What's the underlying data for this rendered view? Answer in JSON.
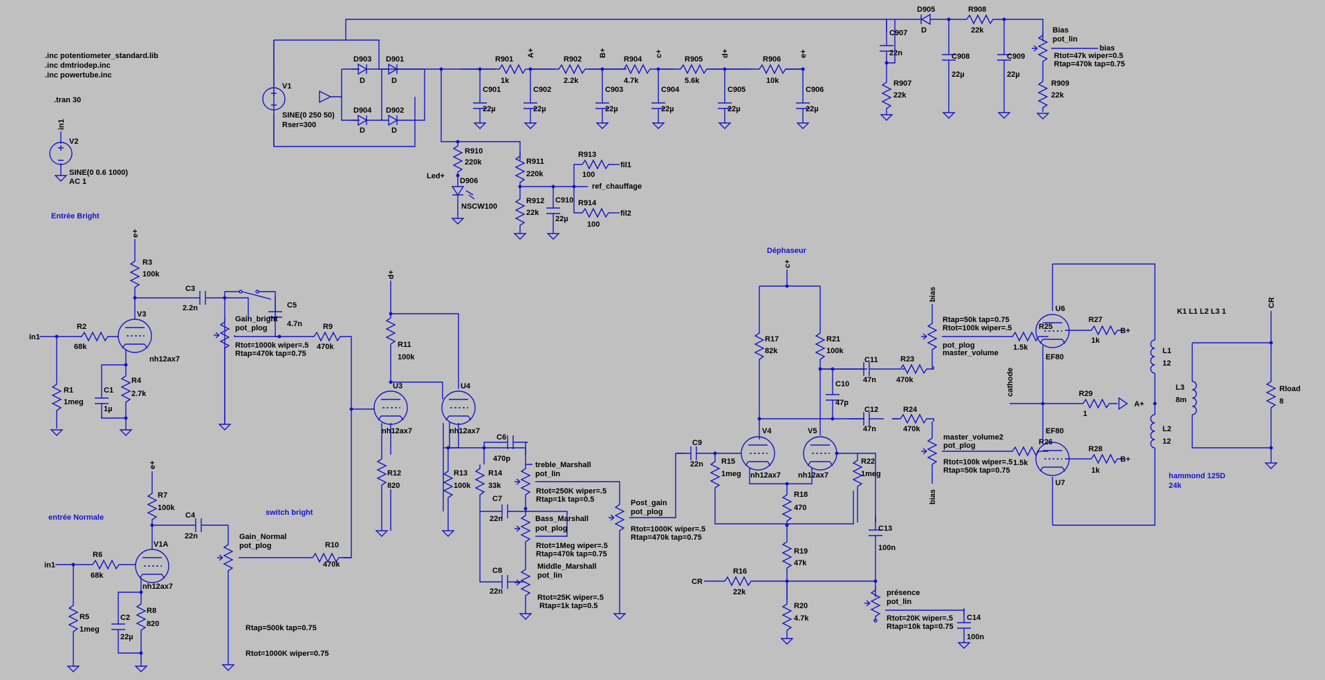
{
  "directives": {
    "inc1": ".inc potentiometer_standard.lib",
    "inc2": ".inc dmtriodep.inc",
    "inc3": ".inc powertube.inc",
    "tran": ".tran 30"
  },
  "comments": {
    "bright": "Entrée Bright",
    "normal": "entrée Normale",
    "switch": "switch bright",
    "dephaseur": "Déphaseur",
    "hammond": "hammond 125D",
    "hammond_imp": "24k"
  },
  "power": {
    "V1": {
      "name": "V1",
      "value": "SINE(0 250 50)",
      "rser": "Rser=300"
    },
    "V2": {
      "name": "V2",
      "value": "SINE(0 0.6 1000)",
      "ac": "AC 1"
    },
    "in1": "in1",
    "D901": {
      "name": "D901",
      "type": "D"
    },
    "D902": {
      "name": "D902",
      "type": "D"
    },
    "D903": {
      "name": "D903",
      "type": "D"
    },
    "D904": {
      "name": "D904",
      "type": "D"
    },
    "D905": {
      "name": "D905",
      "type": "D"
    },
    "D906": {
      "name": "D906",
      "type": "NSCW100"
    },
    "led_label": "Led+",
    "R901": {
      "name": "R901",
      "value": "1k"
    },
    "R902": {
      "name": "R902",
      "value": "2.2k"
    },
    "R904": {
      "name": "R904",
      "value": "4.7k"
    },
    "R905": {
      "name": "R905",
      "value": "5.6k"
    },
    "R906": {
      "name": "R906",
      "value": "10k"
    },
    "R907": {
      "name": "R907",
      "value": "22k"
    },
    "R908": {
      "name": "R908",
      "value": "22k"
    },
    "R909": {
      "name": "R909",
      "value": "22k"
    },
    "R910": {
      "name": "R910",
      "value": "220k"
    },
    "R911": {
      "name": "R911",
      "value": "220k"
    },
    "R912": {
      "name": "R912",
      "value": "22k"
    },
    "R913": {
      "name": "R913",
      "value": "100"
    },
    "R914": {
      "name": "R914",
      "value": "100"
    },
    "C901": {
      "name": "C901",
      "value": "22µ"
    },
    "C902": {
      "name": "C902",
      "value": "22µ"
    },
    "C903": {
      "name": "C903",
      "value": "22µ"
    },
    "C904": {
      "name": "C904",
      "value": "22µ"
    },
    "C905": {
      "name": "C905",
      "value": "22µ"
    },
    "C906": {
      "name": "C906",
      "value": "22µ"
    },
    "C907": {
      "name": "C907",
      "value": "22n"
    },
    "C908": {
      "name": "C908",
      "value": "22µ"
    },
    "C909": {
      "name": "C909",
      "value": "22µ"
    },
    "C910": {
      "name": "C910",
      "value": "22µ"
    },
    "nets": {
      "A": "A+",
      "B": "B+",
      "c": "c+",
      "d": "d+",
      "e": "e+",
      "fil1": "fil1",
      "fil2": "fil2",
      "ref": "ref_chauffage",
      "bias": "bias"
    },
    "Bias": {
      "name": "Bias",
      "model": "pot_lin",
      "p1": "Rtot=47k wiper=0.5",
      "p2": "Rtap=470k tap=0.75"
    }
  },
  "preamp": {
    "R1": {
      "name": "R1",
      "value": "1meg"
    },
    "R2": {
      "name": "R2",
      "value": "68k"
    },
    "R3": {
      "name": "R3",
      "value": "100k"
    },
    "R4": {
      "name": "R4",
      "value": "2.7k"
    },
    "R5": {
      "name": "R5",
      "value": "1meg"
    },
    "R6": {
      "name": "R6",
      "value": "68k"
    },
    "R7": {
      "name": "R7",
      "value": "100k"
    },
    "R8": {
      "name": "R8",
      "value": "820"
    },
    "R9": {
      "name": "R9",
      "value": "470k"
    },
    "R10": {
      "name": "R10",
      "value": "470k"
    },
    "R11": {
      "name": "R11",
      "value": "100k"
    },
    "R12": {
      "name": "R12",
      "value": "820"
    },
    "R13": {
      "name": "R13",
      "value": "100k"
    },
    "R14": {
      "name": "R14",
      "value": "33k"
    },
    "C1": {
      "name": "C1",
      "value": "1µ"
    },
    "C2": {
      "name": "C2",
      "value": "22µ"
    },
    "C3": {
      "name": "C3",
      "value": "2.2n"
    },
    "C4": {
      "name": "C4",
      "value": "22n"
    },
    "C5": {
      "name": "C5",
      "value": "4.7n"
    },
    "C6": {
      "name": "C6",
      "value": "470p"
    },
    "C7": {
      "name": "C7",
      "value": "22n"
    },
    "C8": {
      "name": "C8",
      "value": "22n"
    },
    "V3": {
      "name": "V3",
      "model": "nh12ax7"
    },
    "V1A": {
      "name": "V1A",
      "model": "nh12ax7"
    },
    "U3": {
      "name": "U3",
      "model": "nh12ax7"
    },
    "U4": {
      "name": "U4",
      "model": "nh12ax7"
    },
    "in1a": "in1",
    "in1b": "in1",
    "e1": "e+",
    "e2": "e+",
    "d1": "d+",
    "Gain_bright": {
      "name": "Gain_bright",
      "model": "pot_plog",
      "p1": "Rtot=1000k wiper=.5",
      "p2": "Rtap=470k tap=0.75"
    },
    "Gain_Normal": {
      "name": "Gain_Normal",
      "model": "pot_plog"
    },
    "normal_params": {
      "p1": "Rtap=500k tap=0.75",
      "p2": "Rtot=1000K wiper=0.75"
    },
    "treble": {
      "name": "treble_Marshall",
      "model": "pot_lin",
      "p1": "Rtot=250K wiper=.5",
      "p2": "Rtap=1k tap=0.5"
    },
    "bass": {
      "name": "Bass_Marshall",
      "model": "pot_plog",
      "p1": "Rtot=1Meg wiper=.5",
      "p2": "Rtap=470k tap=0.75"
    },
    "middle": {
      "name": "Middle_Marshall",
      "model": "pot_lin",
      "p1": "Rtot=25K wiper=.5",
      "p2": "Rtap=1k tap=0.5"
    },
    "post_gain": {
      "name": "Post_gain",
      "model": "pot_plog",
      "p1": "Rtot=1000K wiper=.5",
      "p2": "Rtap=470k tap=0.75"
    }
  },
  "phase": {
    "V4": {
      "name": "V4",
      "model": "nh12ax7"
    },
    "V5": {
      "name": "V5",
      "model": "nh12ax7"
    },
    "c1": "c+",
    "cr": "CR",
    "R15": {
      "name": "R15",
      "value": "1meg"
    },
    "R16": {
      "name": "R16",
      "value": "22k"
    },
    "R17": {
      "name": "R17",
      "value": "82k"
    },
    "R18": {
      "name": "R18",
      "value": "470"
    },
    "R19": {
      "name": "R19",
      "value": "47k"
    },
    "R20": {
      "name": "R20",
      "value": "4.7k"
    },
    "R21": {
      "name": "R21",
      "value": "100k"
    },
    "R22": {
      "name": "R22",
      "value": "1meg"
    },
    "C9": {
      "name": "C9",
      "value": "22n"
    },
    "C10": {
      "name": "C10",
      "value": "47p"
    },
    "C11": {
      "name": "C11",
      "value": "47n"
    },
    "C12": {
      "name": "C12",
      "value": "47n"
    },
    "C13": {
      "name": "C13",
      "value": "100n"
    },
    "C14": {
      "name": "C14",
      "value": "100n"
    },
    "presence": {
      "name": "présence",
      "model": "pot_lin",
      "p1": "Rtot=20K wiper=.5",
      "p2": "Rtap=10k tap=0.75"
    }
  },
  "power_amp": {
    "R23": {
      "name": "R23",
      "value": "470k"
    },
    "R24": {
      "name": "R24",
      "value": "470k"
    },
    "R25": {
      "name": "R25",
      "value": "1.5k"
    },
    "R26": {
      "name": "R26",
      "value": "1.5k"
    },
    "R27": {
      "name": "R27",
      "value": "1k"
    },
    "R28": {
      "name": "R28",
      "value": "1k"
    },
    "R29": {
      "name": "R29",
      "value": "1"
    },
    "U6": {
      "name": "U6",
      "model": "EF80"
    },
    "U7": {
      "name": "U7",
      "model": "EF80"
    },
    "bias1": "bias",
    "bias2": "bias",
    "cathode": "cathode",
    "B1": "B+",
    "B2": "B+",
    "A": "A+",
    "CR": "CR",
    "mv1": {
      "name": "master_volume",
      "model": "pot_plog",
      "p1": "Rtap=50k tap=0.75",
      "p2": "Rtot=100k wiper=.5"
    },
    "mv2": {
      "name": "master_volume2",
      "model": "pot_plog",
      "p1": "Rtot=100k wiper=.5",
      "p2": "Rtap=50k tap=0.75"
    },
    "L1": {
      "name": "L1",
      "value": "12"
    },
    "L2": {
      "name": "L2",
      "value": "12"
    },
    "L3": {
      "name": "L3",
      "value": "8m"
    },
    "Rload": {
      "name": "Rload",
      "value": "8"
    },
    "K1": "K1 L1 L2 L3 1"
  }
}
